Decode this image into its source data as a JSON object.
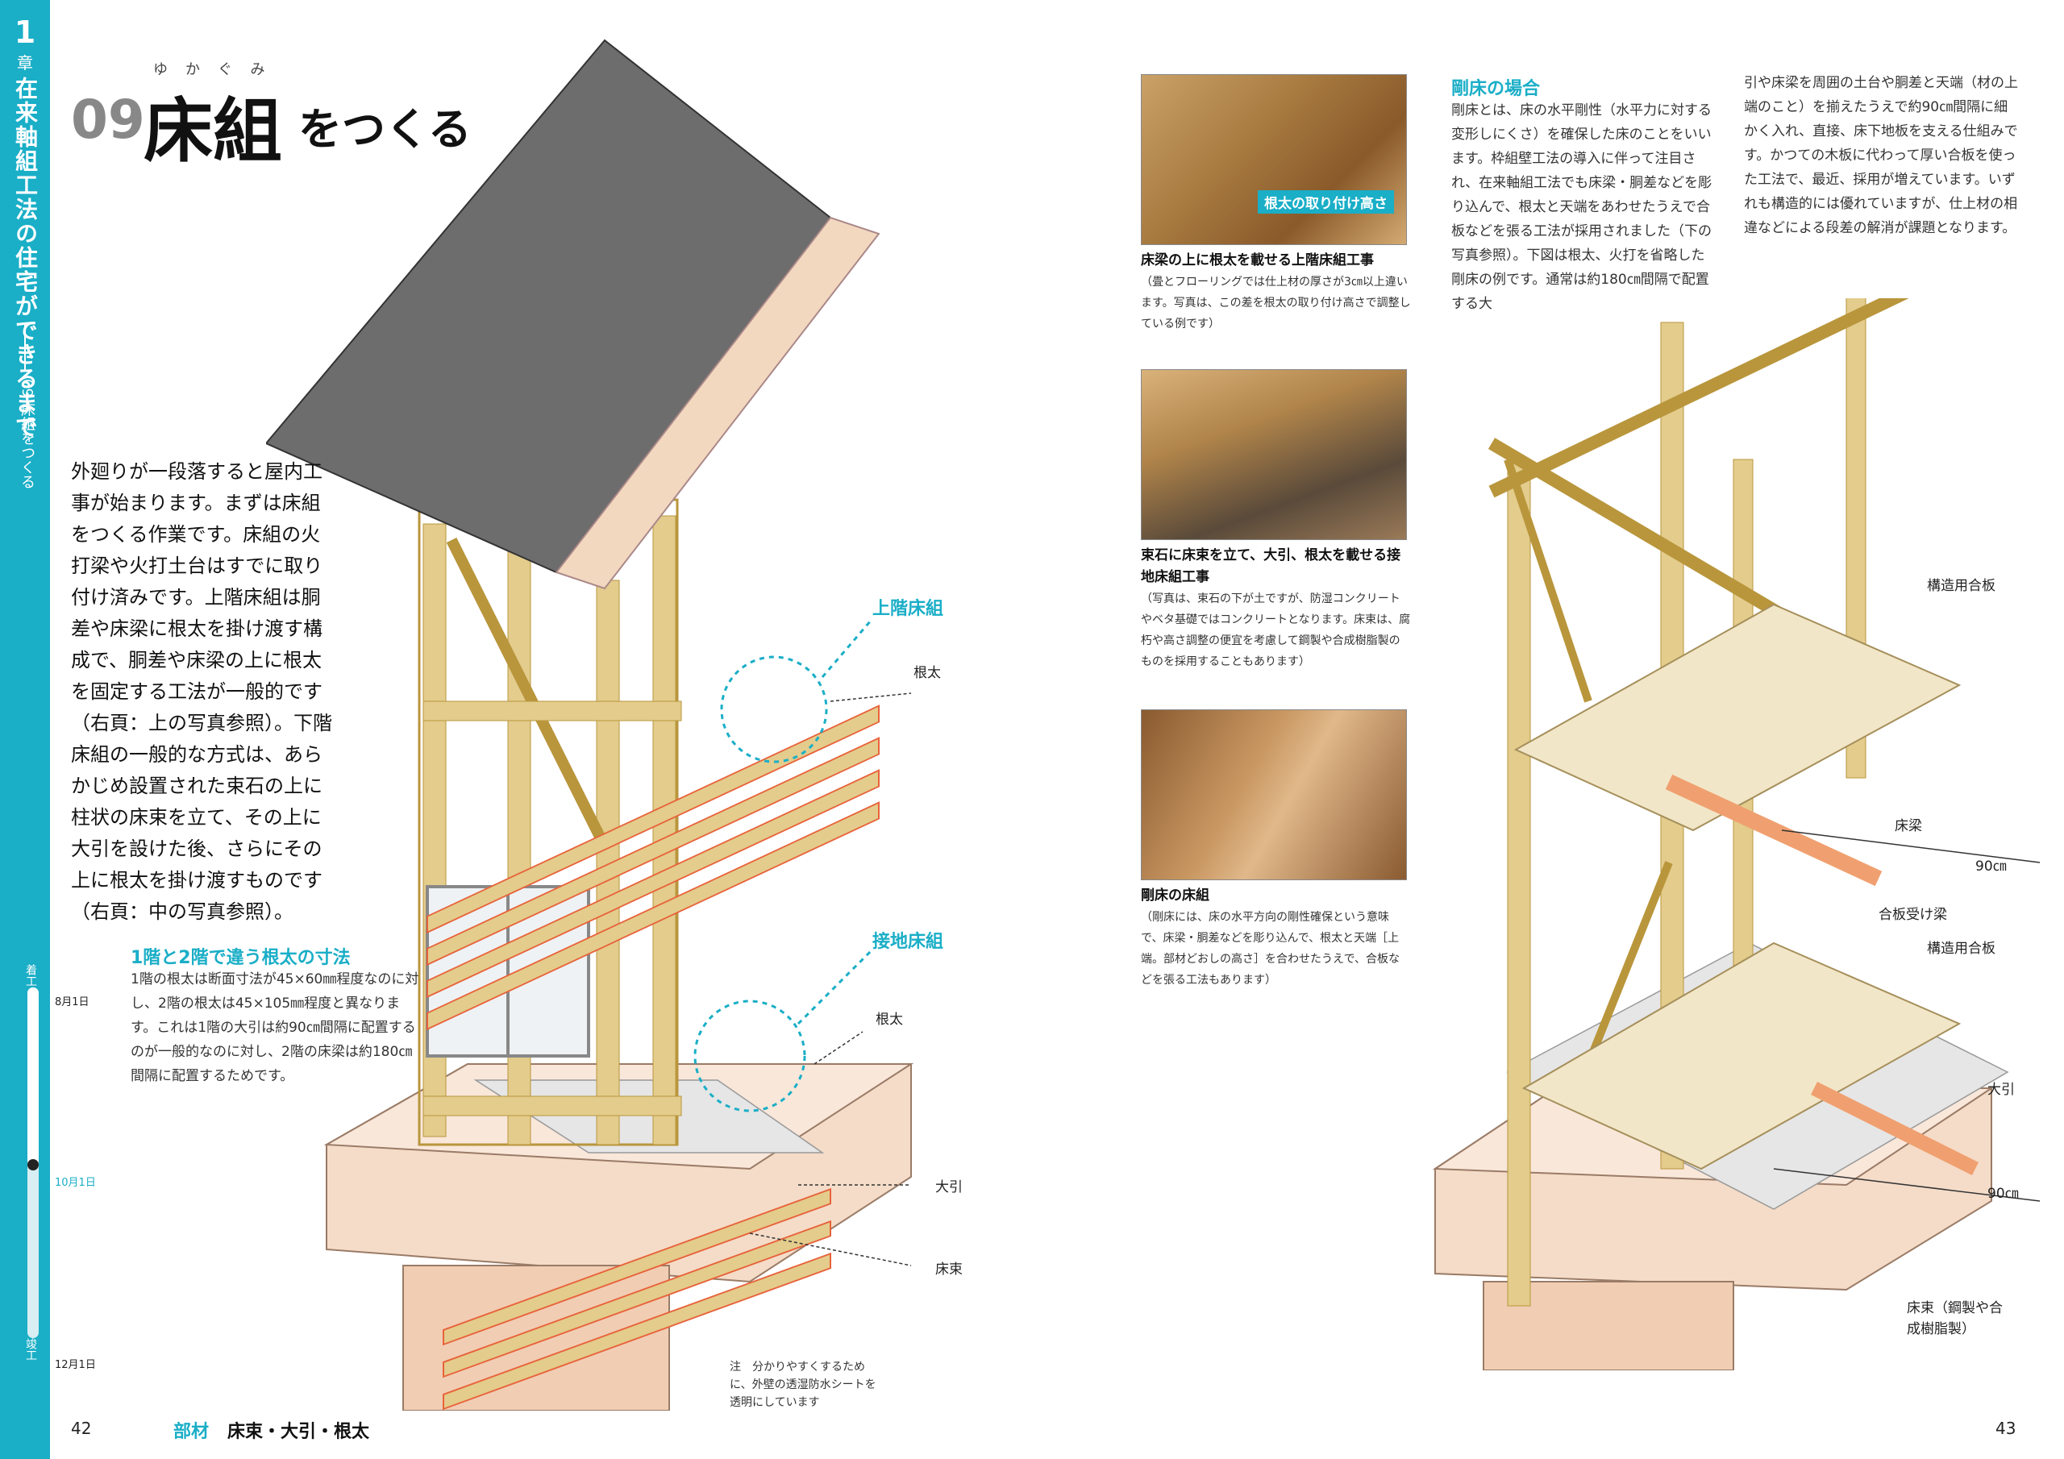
{
  "sidebar": {
    "chapter_number": "1",
    "chapter_kanji": "章",
    "chapter_title": "在来軸組工法の住宅ができるまで",
    "section_sub": "09 床組をつくる",
    "timeline": {
      "start_label": "着工",
      "end_label": "竣工",
      "marks": [
        "8月1日",
        "10月1日",
        "12月1日"
      ],
      "progress": 0.5
    }
  },
  "header": {
    "section_number": "09",
    "title_main": "床組",
    "title_rest": "をつくる",
    "title_ruby": "ゆかぐみ"
  },
  "body_left": "外廻りが一段落すると屋内工事が始まります。まずは床組をつくる作業です。床組の火打梁や火打土台はすでに取り付け済みです。上階床組は胴差や床梁に根太を掛け渡す構成で、胴差や床梁の上に根太を固定する工法が一般的です（右頁：上の写真参照）。下階床組の一般的な方式は、あらかじめ設置された束石の上に柱状の床束を立て、その上に大引を設けた後、さらにその上に根太を掛け渡すものです（右頁：中の写真参照）。",
  "sidebox": {
    "heading": "1階と2階で違う根太の寸法",
    "text": "1階の根太は断面寸法が45×60㎜程度なのに対し、2階の根太は45×105㎜程度と異なります。これは1階の大引は約90㎝間隔に配置するのが一般的なのに対し、2階の床梁は約180㎝間隔に配置するためです。"
  },
  "left_diagram": {
    "callout_upper": "上階床組",
    "callout_lower": "接地床組",
    "label_neta_upper": "根太",
    "label_neta_lower": "根太",
    "label_obiki": "大引",
    "label_yukazuka": "床束",
    "note": "注　分かりやすくするために、外壁の透湿防水シートを透明にしています"
  },
  "photos": {
    "photo1_tag": "根太の取り付け高さ",
    "caption1_title": "床梁の上に根太を載せる上階床組工事",
    "caption1_text": "（畳とフローリングでは仕上材の厚さが3㎝以上違います。写真は、この差を根太の取り付け高さで調整している例です）",
    "caption2_title": "束石に床束を立て、大引、根太を載せる接地床組工事",
    "caption2_text": "（写真は、束石の下が土ですが、防湿コンクリートやベタ基礎ではコンクリートとなります。床束は、腐朽や高さ調整の便宜を考慮して鋼製や合成樹脂製のものを採用することもあります）",
    "caption3_title": "剛床の床組",
    "caption3_text": "（剛床には、床の水平方向の剛性確保という意味で、床梁・胴差などを彫り込んで、根太と天端［上端。部材どおしの高さ］を合わせたうえで、合板などを張る工法もあります）"
  },
  "right_text": {
    "heading": "剛床の場合",
    "col1": "剛床とは、床の水平剛性（水平力に対する変形しにくさ）を確保した床のことをいいます。枠組壁工法の導入に伴って注目され、在来軸組工法でも床梁・胴差などを彫り込んで、根太と天端をあわせたうえで合板などを張る工法が採用されました（下の写真参照）。下図は根太、火打を省略した剛床の例です。通常は約180㎝間隔で配置する大",
    "col2": "引や床梁を周囲の土台や胴差と天端（材の上端のこと）を揃えたうえで約90㎝間隔に細かく入れ、直接、床下地板を支える仕組みです。かつての木板に代わって厚い合板を使った工法で、最近、採用が増えています。いずれも構造的には優れていますが、仕上材の相違などによる段差の解消が課題となります。"
  },
  "right_diagram": {
    "label_plywood_upper": "構造用合板",
    "label_yukabari": "床梁",
    "label_dim_upper": "90㎝",
    "label_goban_uke": "合板受け梁",
    "label_plywood_lower": "構造用合板",
    "label_obiki": "大引",
    "label_dim_lower": "90㎝",
    "label_yukazuka": "床束（鋼製や合成樹脂製）"
  },
  "footer": {
    "page_left": "42",
    "page_right": "43",
    "tag": "部材",
    "title": "床束・大引・根太"
  },
  "colors": {
    "accent": "#1aaec7",
    "timber": "#e3cc8c",
    "timber_edge": "#b9963c",
    "red_joist": "#e8623a",
    "roof": "#6d6d6d",
    "foundation": "#f1d3bd"
  }
}
